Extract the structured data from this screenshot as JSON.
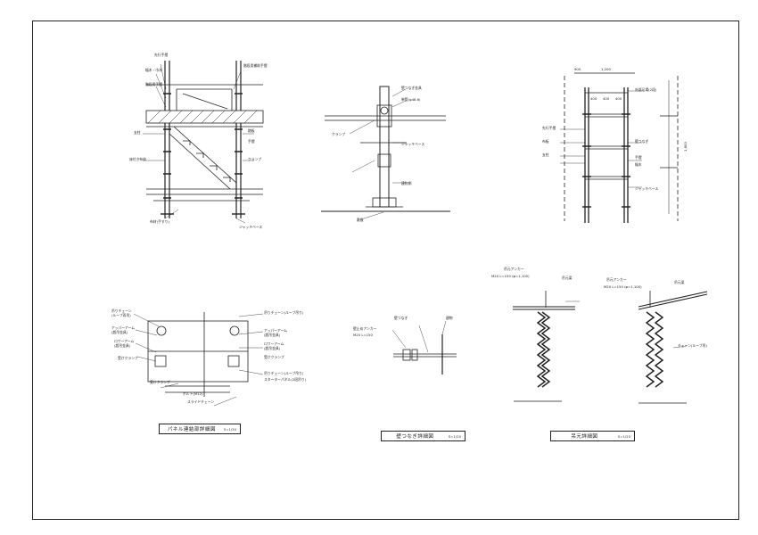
{
  "titles": {
    "panel": "パネル連結部詳細図",
    "panel_scale": "S=1/30",
    "tie": "壁つなぎ詳細図",
    "tie_scale": "S=1/20",
    "hang": "吊元詳細図",
    "hang_scale": "S=1/20"
  },
  "scaffold_side": {
    "labels": [
      "先行手摺",
      "幅木・巾木",
      "階段用手摺",
      "階段用補助手摺",
      "支柱",
      "踏板",
      "手摺",
      "床付き布枠",
      "クランプ",
      "布材(手すり)",
      "ジャッキベース"
    ]
  },
  "wall_tie": {
    "labels": [
      "壁つなぎ金具",
      "単管(φ48.6)",
      "クランプ",
      "ジャッキベース",
      "建物側",
      "敷板"
    ]
  },
  "elevation": {
    "dims": [
      "900",
      "1,200",
      "400",
      "400",
      "400"
    ],
    "labels": [
      "外部足場(2段)",
      "先行手摺",
      "布板",
      "支柱",
      "壁つなぎ",
      "手摺",
      "幅木",
      "ジャッキベース"
    ],
    "vertical_dim": "1,800"
  },
  "panel_detail": {
    "labels": [
      "吊りチェーン",
      "(ループ両吊)",
      "アッパーアーム",
      "(超吊金具)",
      "ロワーアーム",
      "(超吊金具)",
      "受けクランプ",
      "吊りチェーン(ループ吊り)",
      "アッパーアーム",
      "(超吊金具)",
      "ロワーアーム",
      "(超吊金具)",
      "受けクランプ",
      "吊りチェーン(ループ吊り)",
      "スターターパネル(2段吊り)",
      "ボルト(M12)",
      "受けクランプ",
      "スライドチェーン"
    ]
  },
  "tie_detail": {
    "labels": [
      "壁つなぎ",
      "壁止めアンカー",
      "M20 L=150",
      "建物"
    ]
  },
  "hang_detail": {
    "left_labels": [
      "吊元アンカー",
      "M20 L=150 (φ=1,100)",
      "吊元梁"
    ],
    "right_labels": [
      "吊元アンカー",
      "M20 L=150 (φ=1,100)",
      "吊元梁"
    ],
    "chain_label": "チェーン(ループ吊)"
  },
  "colors": {
    "line": "#222222",
    "hatch": "#444444",
    "paper": "#ffffff"
  }
}
